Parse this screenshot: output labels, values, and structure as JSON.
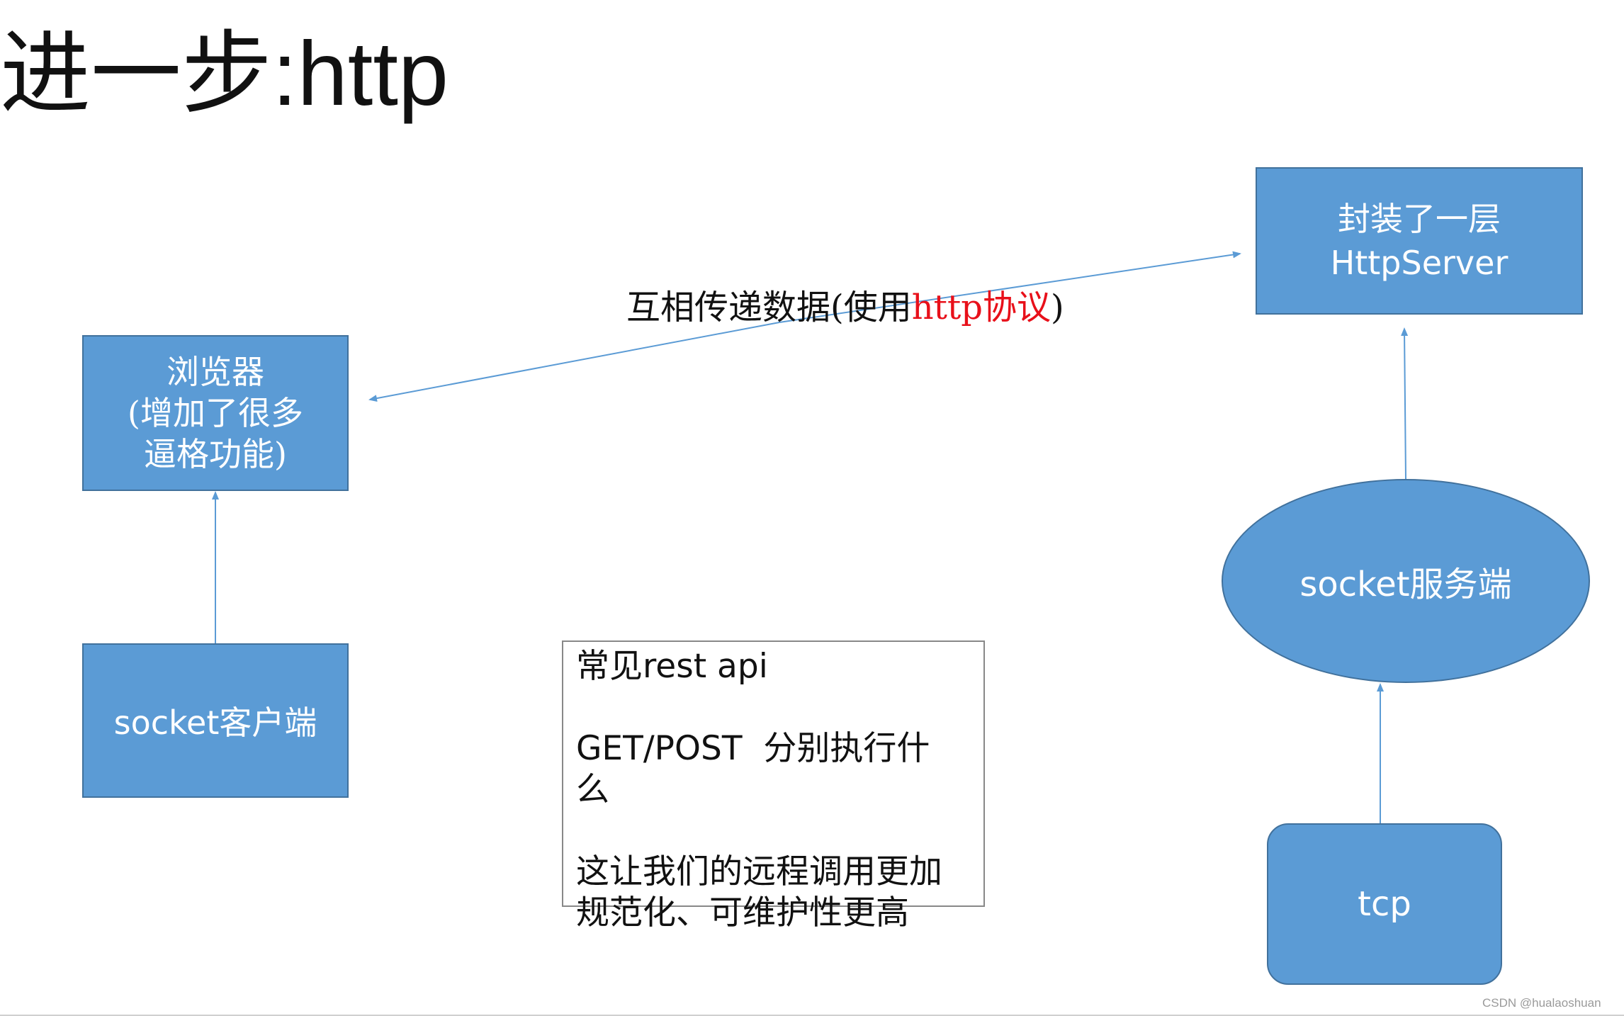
{
  "title": {
    "cjk": "进一步",
    "latin": ":http"
  },
  "nodes": {
    "browser": {
      "line1": "浏览器",
      "line2": "(增加了很多",
      "line3": "逼格功能)"
    },
    "client": {
      "label": "socket客户端"
    },
    "wrapper": {
      "line1": "封装了一层",
      "line2": "HttpServer"
    },
    "server": {
      "label": "socket服务端"
    },
    "tcp": {
      "label": "tcp"
    }
  },
  "exchange_label": {
    "prefix": "互相传递数据(使用",
    "protocol": "http协议",
    "suffix": ")"
  },
  "note": {
    "line1": "常见rest api",
    "line2": "GET/POST  分别执行什",
    "line3": "么",
    "line4": "这让我们的远程调用更加",
    "line5": "规范化、可维护性更高"
  },
  "watermark": "CSDN @hualaoshuan",
  "colors": {
    "node_fill": "#5b9bd5",
    "node_border": "#41719c",
    "arrow": "#5b9bd5",
    "protocol_text": "#e8101a"
  }
}
